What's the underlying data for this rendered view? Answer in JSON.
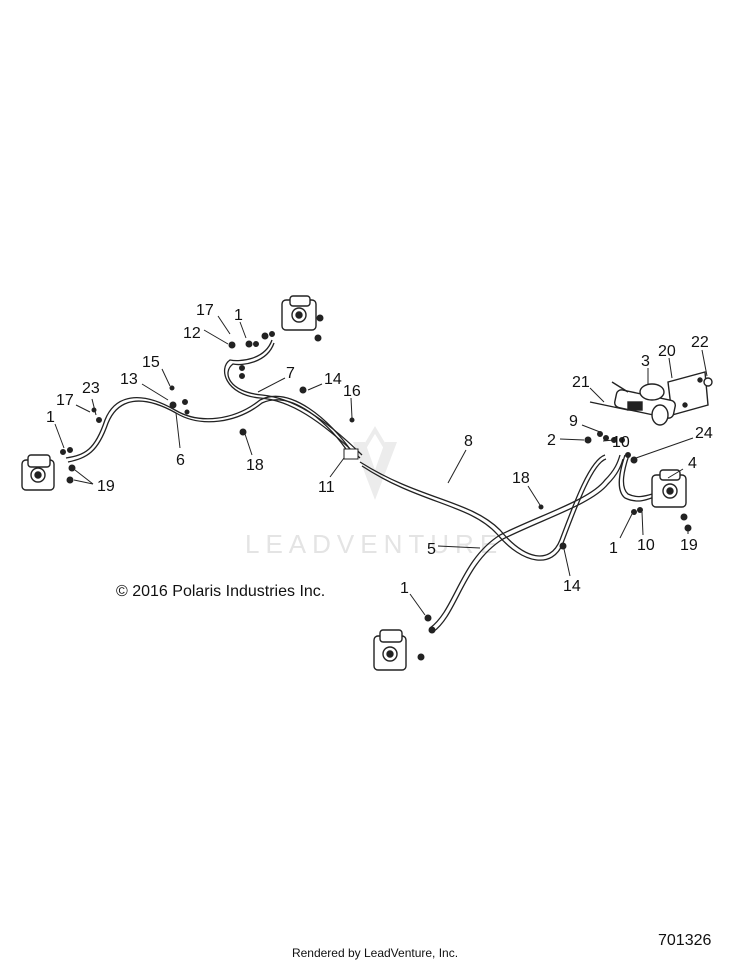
{
  "diagram": {
    "watermark": "LEADVENTURE",
    "copyright": "© 2016  Polaris Industries Inc.",
    "document_number": "701326",
    "rendered_by": "Rendered by LeadVenture, Inc.",
    "callouts": [
      {
        "id": "c17a",
        "label": "17"
      },
      {
        "id": "c1a",
        "label": "1"
      },
      {
        "id": "c12",
        "label": "12"
      },
      {
        "id": "c7",
        "label": "7"
      },
      {
        "id": "c14a",
        "label": "14"
      },
      {
        "id": "c16",
        "label": "16"
      },
      {
        "id": "c15",
        "label": "15"
      },
      {
        "id": "c13",
        "label": "13"
      },
      {
        "id": "c23",
        "label": "23"
      },
      {
        "id": "c17b",
        "label": "17"
      },
      {
        "id": "c1b",
        "label": "1"
      },
      {
        "id": "c6",
        "label": "6"
      },
      {
        "id": "c18a",
        "label": "18"
      },
      {
        "id": "c19a",
        "label": "19"
      },
      {
        "id": "c11",
        "label": "11"
      },
      {
        "id": "c8",
        "label": "8"
      },
      {
        "id": "c18b",
        "label": "18"
      },
      {
        "id": "c5",
        "label": "5"
      },
      {
        "id": "c14b",
        "label": "14"
      },
      {
        "id": "c1c",
        "label": "1"
      },
      {
        "id": "c3",
        "label": "3"
      },
      {
        "id": "c20",
        "label": "20"
      },
      {
        "id": "c22",
        "label": "22"
      },
      {
        "id": "c21",
        "label": "21"
      },
      {
        "id": "c9",
        "label": "9"
      },
      {
        "id": "c2",
        "label": "2"
      },
      {
        "id": "c10a",
        "label": "10"
      },
      {
        "id": "c24",
        "label": "24"
      },
      {
        "id": "c4",
        "label": "4"
      },
      {
        "id": "c1d",
        "label": "1"
      },
      {
        "id": "c10b",
        "label": "10"
      },
      {
        "id": "c19b",
        "label": "19"
      }
    ]
  }
}
